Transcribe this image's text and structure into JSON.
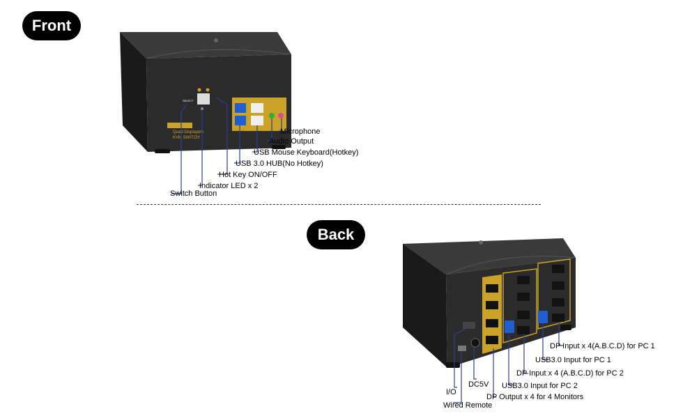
{
  "front": {
    "badge": "Front",
    "device_text": {
      "line1": "Quad Displayers",
      "line2": "KVM SWITCH",
      "select": "SELECT"
    },
    "labels": {
      "microphone": "Microphone",
      "audio_output": "Audio Output",
      "usb_mouse_keyboard": "USB Mouse Keyboard(Hotkey)",
      "usb_hub": "USB 3.0 HUB(No Hotkey)",
      "hot_key": "Hot Key ON/OFF",
      "indicator_led": "Indicator LED x 2",
      "switch_button": "Switch Button"
    }
  },
  "back": {
    "badge": "Back",
    "labels": {
      "dp_input_pc1": "DP Input x 4(A.B.C.D) for PC 1",
      "usb_input_pc1": "USB3.0 Input for PC 1",
      "dp_input_pc2": "DP Input x 4 (A.B.C.D) for PC 2",
      "dc5v": "DC5V",
      "usb_input_pc2": "USB3.0 Input for PC 2",
      "io": "I/O",
      "dp_output": "DP Output x 4 for 4 Monitors",
      "wired_remote": "Wired Remote"
    }
  },
  "colors": {
    "gold": "#c9a227",
    "body": "#2a2a2a",
    "line": "#2c3e9a",
    "usb_blue": "#1f5fd1"
  }
}
